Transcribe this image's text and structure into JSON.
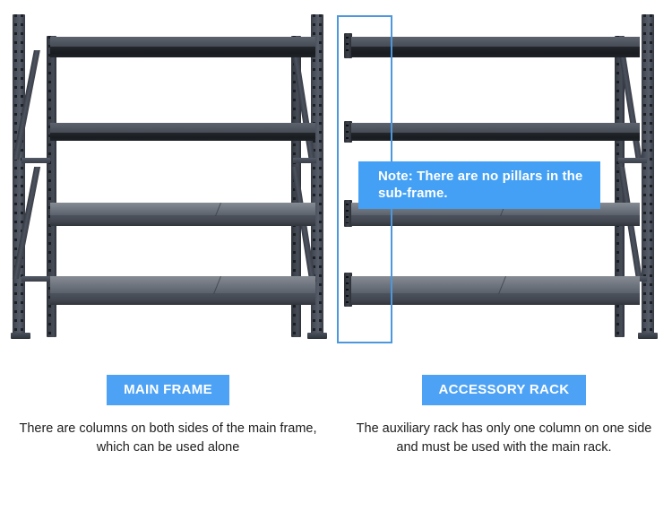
{
  "page": {
    "background": "#ffffff",
    "accent_blue": "#4da2f5",
    "highlight_border": "#4d97dd",
    "steel_dark": "#3b4049"
  },
  "illustration": {
    "note_callout": {
      "text": "Note: There are no pillars in the sub-frame.",
      "background": "#43a0f4",
      "text_color": "#ffffff"
    },
    "highlight_region": {
      "label": "sub-frame-no-pillar-highlight",
      "border_color": "#4d97dd"
    },
    "left_rack": {
      "name": "main-frame-rack",
      "shelf_levels": 4,
      "uprights": "both sides"
    },
    "right_rack": {
      "name": "accessory-rack",
      "shelf_levels": 4,
      "uprights": "right side only"
    }
  },
  "captions": {
    "left": {
      "badge": "MAIN FRAME",
      "description": "There are columns on both sides of the main frame, which can be used alone"
    },
    "right": {
      "badge": "ACCESSORY RACK",
      "description": "The auxiliary rack has only one column on one side and must be used with the main rack."
    }
  }
}
